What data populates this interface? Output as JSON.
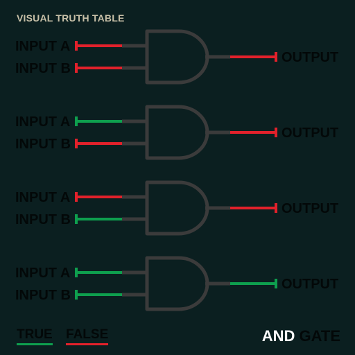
{
  "title": "VISUAL TRUTH TABLE",
  "labels": {
    "input_a": "INPUT A",
    "input_b": "INPUT B",
    "output": "OUTPUT"
  },
  "rows": [
    {
      "a": false,
      "b": false,
      "out": false
    },
    {
      "a": true,
      "b": false,
      "out": false
    },
    {
      "a": false,
      "b": true,
      "out": false
    },
    {
      "a": true,
      "b": true,
      "out": true
    }
  ],
  "legend": {
    "true_label": "TRUE",
    "false_label": "FALSE"
  },
  "gate_name": {
    "word1": "AND",
    "word2": "GATE"
  },
  "colors": {
    "true": "#0e9f4e",
    "false": "#e2212b",
    "gate": "#3b3b3b",
    "background": "#0b1f20"
  }
}
